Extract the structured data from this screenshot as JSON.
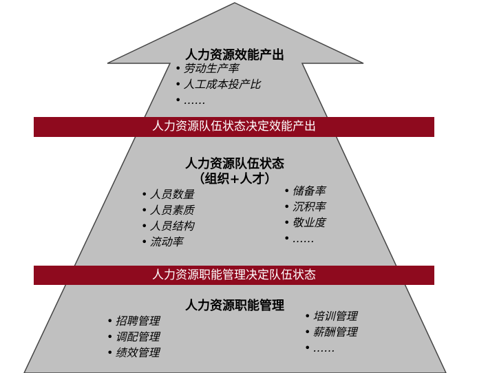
{
  "top": {
    "title": "人力资源效能产出",
    "items": [
      "劳动生产率",
      "人工成本投产比",
      "……"
    ]
  },
  "band1": "人力资源队伍状态决定效能产出",
  "middle": {
    "title": "人力资源队伍状态",
    "subtitle": "（组织+人才）",
    "left_items": [
      "人员数量",
      "人员素质",
      "人员结构",
      "流动率"
    ],
    "right_items": [
      "储备率",
      "沉积率",
      "敬业度",
      "……"
    ]
  },
  "band2": "人力资源职能管理决定队伍状态",
  "bottom": {
    "title": "人力资源职能管理",
    "left_items": [
      "招聘管理",
      "调配管理",
      "绩效管理"
    ],
    "right_items": [
      "培训管理",
      "薪酬管理",
      "……"
    ]
  },
  "colors": {
    "shape_fill": "#c0c0c0",
    "band": "#8e0a1e",
    "outline": "#444444"
  }
}
